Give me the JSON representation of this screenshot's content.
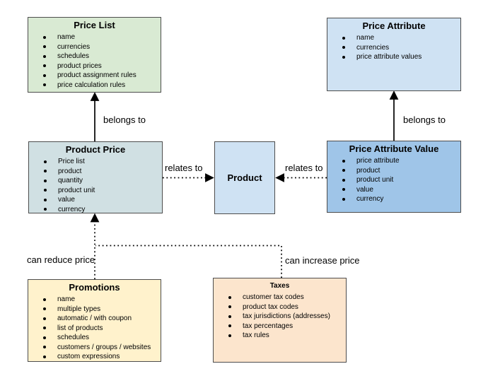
{
  "diagram": {
    "background_color": "#ffffff",
    "border_color": "#4d4d4d",
    "line_color": "#000000",
    "boxes": [
      {
        "id": "price-list",
        "title": "Price List",
        "fill": "#d9ead3",
        "items": [
          "name",
          "currencies",
          "schedules",
          "product prices",
          "product assignment rules",
          "price calculation rules"
        ]
      },
      {
        "id": "price-attribute",
        "title": "Price Attribute",
        "fill": "#cfe2f3",
        "items": [
          "name",
          "currencies",
          "price attribute values"
        ]
      },
      {
        "id": "product-price",
        "title": "Product Price",
        "fill": "#d0e0e3",
        "items": [
          "Price list",
          "product",
          "quantity",
          "product unit",
          "value",
          "currency"
        ]
      },
      {
        "id": "product",
        "title": "Product",
        "fill": "#cfe2f3",
        "items": []
      },
      {
        "id": "price-attribute-value",
        "title": "Price Attribute Value",
        "fill": "#9fc5e8",
        "items": [
          "price attribute",
          "product",
          "product unit",
          "value",
          "currency"
        ]
      },
      {
        "id": "promotions",
        "title": "Promotions",
        "fill": "#fff2cc",
        "items": [
          "name",
          "multiple types",
          "automatic / with coupon",
          "list of products",
          "schedules",
          "customers / groups / websites",
          "custom expressions"
        ]
      },
      {
        "id": "taxes",
        "title": "Taxes",
        "fill": "#fce5cd",
        "items": [
          "customer tax codes",
          "product tax codes",
          "tax jurisdictions (addresses)",
          "tax percentages",
          "tax rules"
        ]
      }
    ],
    "labels": {
      "belongs_to_left": "belongs to",
      "belongs_to_right": "belongs to",
      "relates_to_left": "relates to",
      "relates_to_right": "relates to",
      "can_reduce_price": "can reduce price",
      "can_increase_price": "can increase price"
    }
  }
}
